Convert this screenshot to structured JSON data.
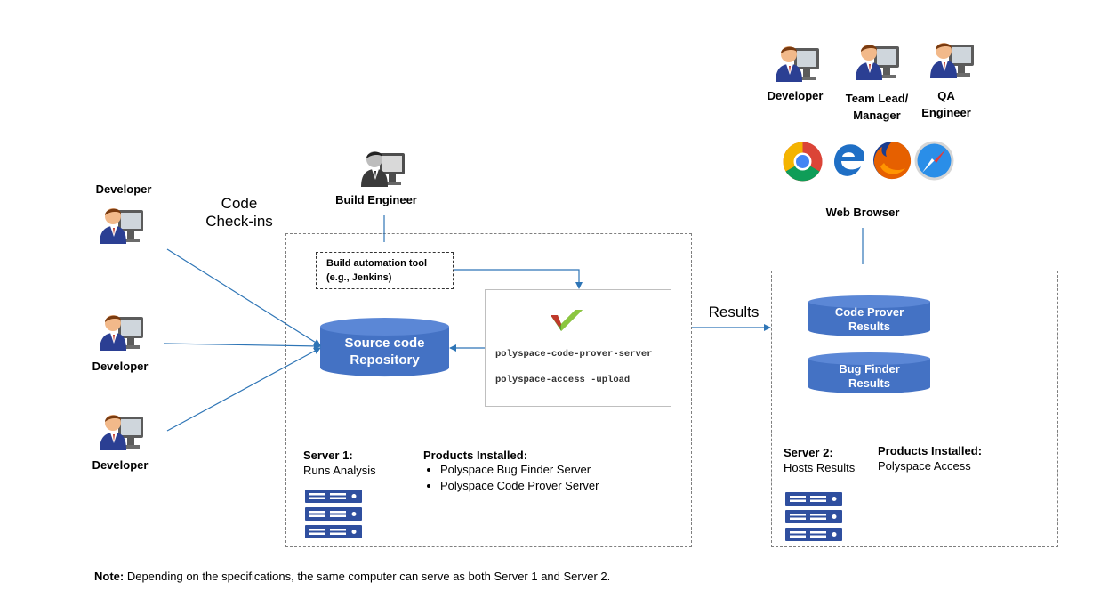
{
  "people": {
    "dev1": "Developer",
    "dev2": "Developer",
    "dev3": "Developer",
    "build_engineer": "Build Engineer",
    "web_dev": "Developer",
    "team_lead_l1": "Team Lead/",
    "team_lead_l2": "Manager",
    "qa_l1": "QA",
    "qa_l2": "Engineer"
  },
  "labels": {
    "code_checkins_l1": "Code",
    "code_checkins_l2": "Check-ins",
    "web_browser": "Web Browser",
    "results": "Results"
  },
  "build_tool": {
    "line1": "Build automation tool",
    "line2": "(e.g., Jenkins)"
  },
  "repository": {
    "line1": "Source code",
    "line2": "Repository"
  },
  "commands": {
    "cmd1": "polyspace-code-prover-server",
    "cmd2": "polyspace-access -upload"
  },
  "server1": {
    "title": "Server 1:",
    "role": "Runs Analysis",
    "products_title": "Products Installed:",
    "products": [
      "Polyspace Bug Finder Server",
      "Polyspace Code Prover Server"
    ]
  },
  "server2": {
    "title": "Server 2:",
    "role": "Hosts Results",
    "products_title": "Products Installed:",
    "product": "Polyspace Access"
  },
  "results_db": {
    "cp_l1": "Code Prover",
    "cp_l2": "Results",
    "bf_l1": "Bug Finder",
    "bf_l2": "Results"
  },
  "note": {
    "label": "Note:",
    "text": " Depending on the specifications, the same computer can serve as both Server 1 and Server 2."
  },
  "colors": {
    "accent_blue": "#4472c4",
    "arrow_blue": "#2e75b6",
    "server_blue": "#2f4f9f"
  }
}
